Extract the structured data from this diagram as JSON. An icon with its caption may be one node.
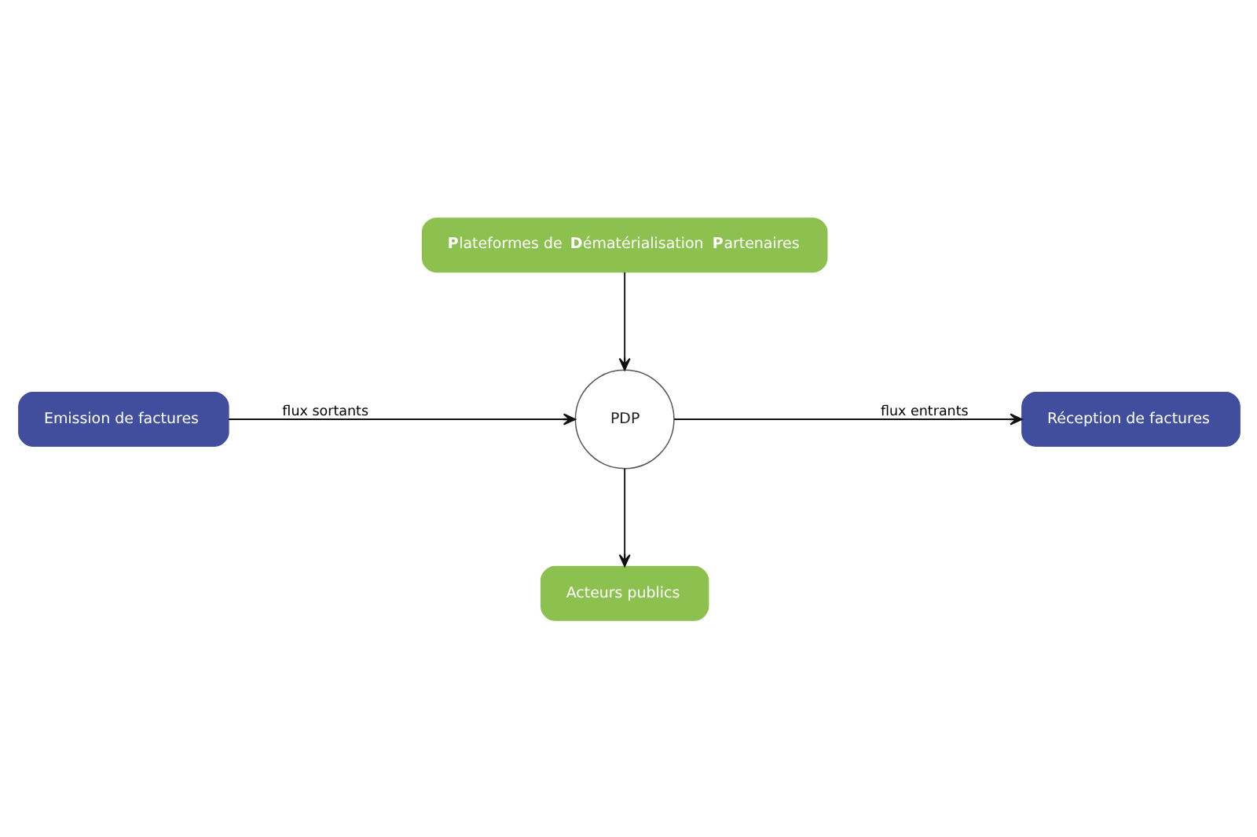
{
  "diagram": {
    "nodes": [
      {
        "text": [
          "**P**lateformes de **D**ématérialisation **P**artenaires"
        ]
      },
      {
        "text": [
          "Emission de factures"
        ]
      },
      {
        "text": [
          "PDP"
        ]
      },
      {
        "text": [
          "Réception de factures"
        ]
      },
      {
        "text": [
          "Acteurs publics"
        ]
      }
    ],
    "edges": [
      {
        "from": 0,
        "to": 2,
        "arrow": "to"
      },
      {
        "from": 1,
        "to": 2,
        "arrow": "to",
        "label": "flux sortants"
      },
      {
        "from": 2,
        "to": 3,
        "arrow": "to",
        "label": "flux entrants"
      },
      {
        "from": 2,
        "to": 4,
        "arrow": "to"
      }
    ]
  }
}
